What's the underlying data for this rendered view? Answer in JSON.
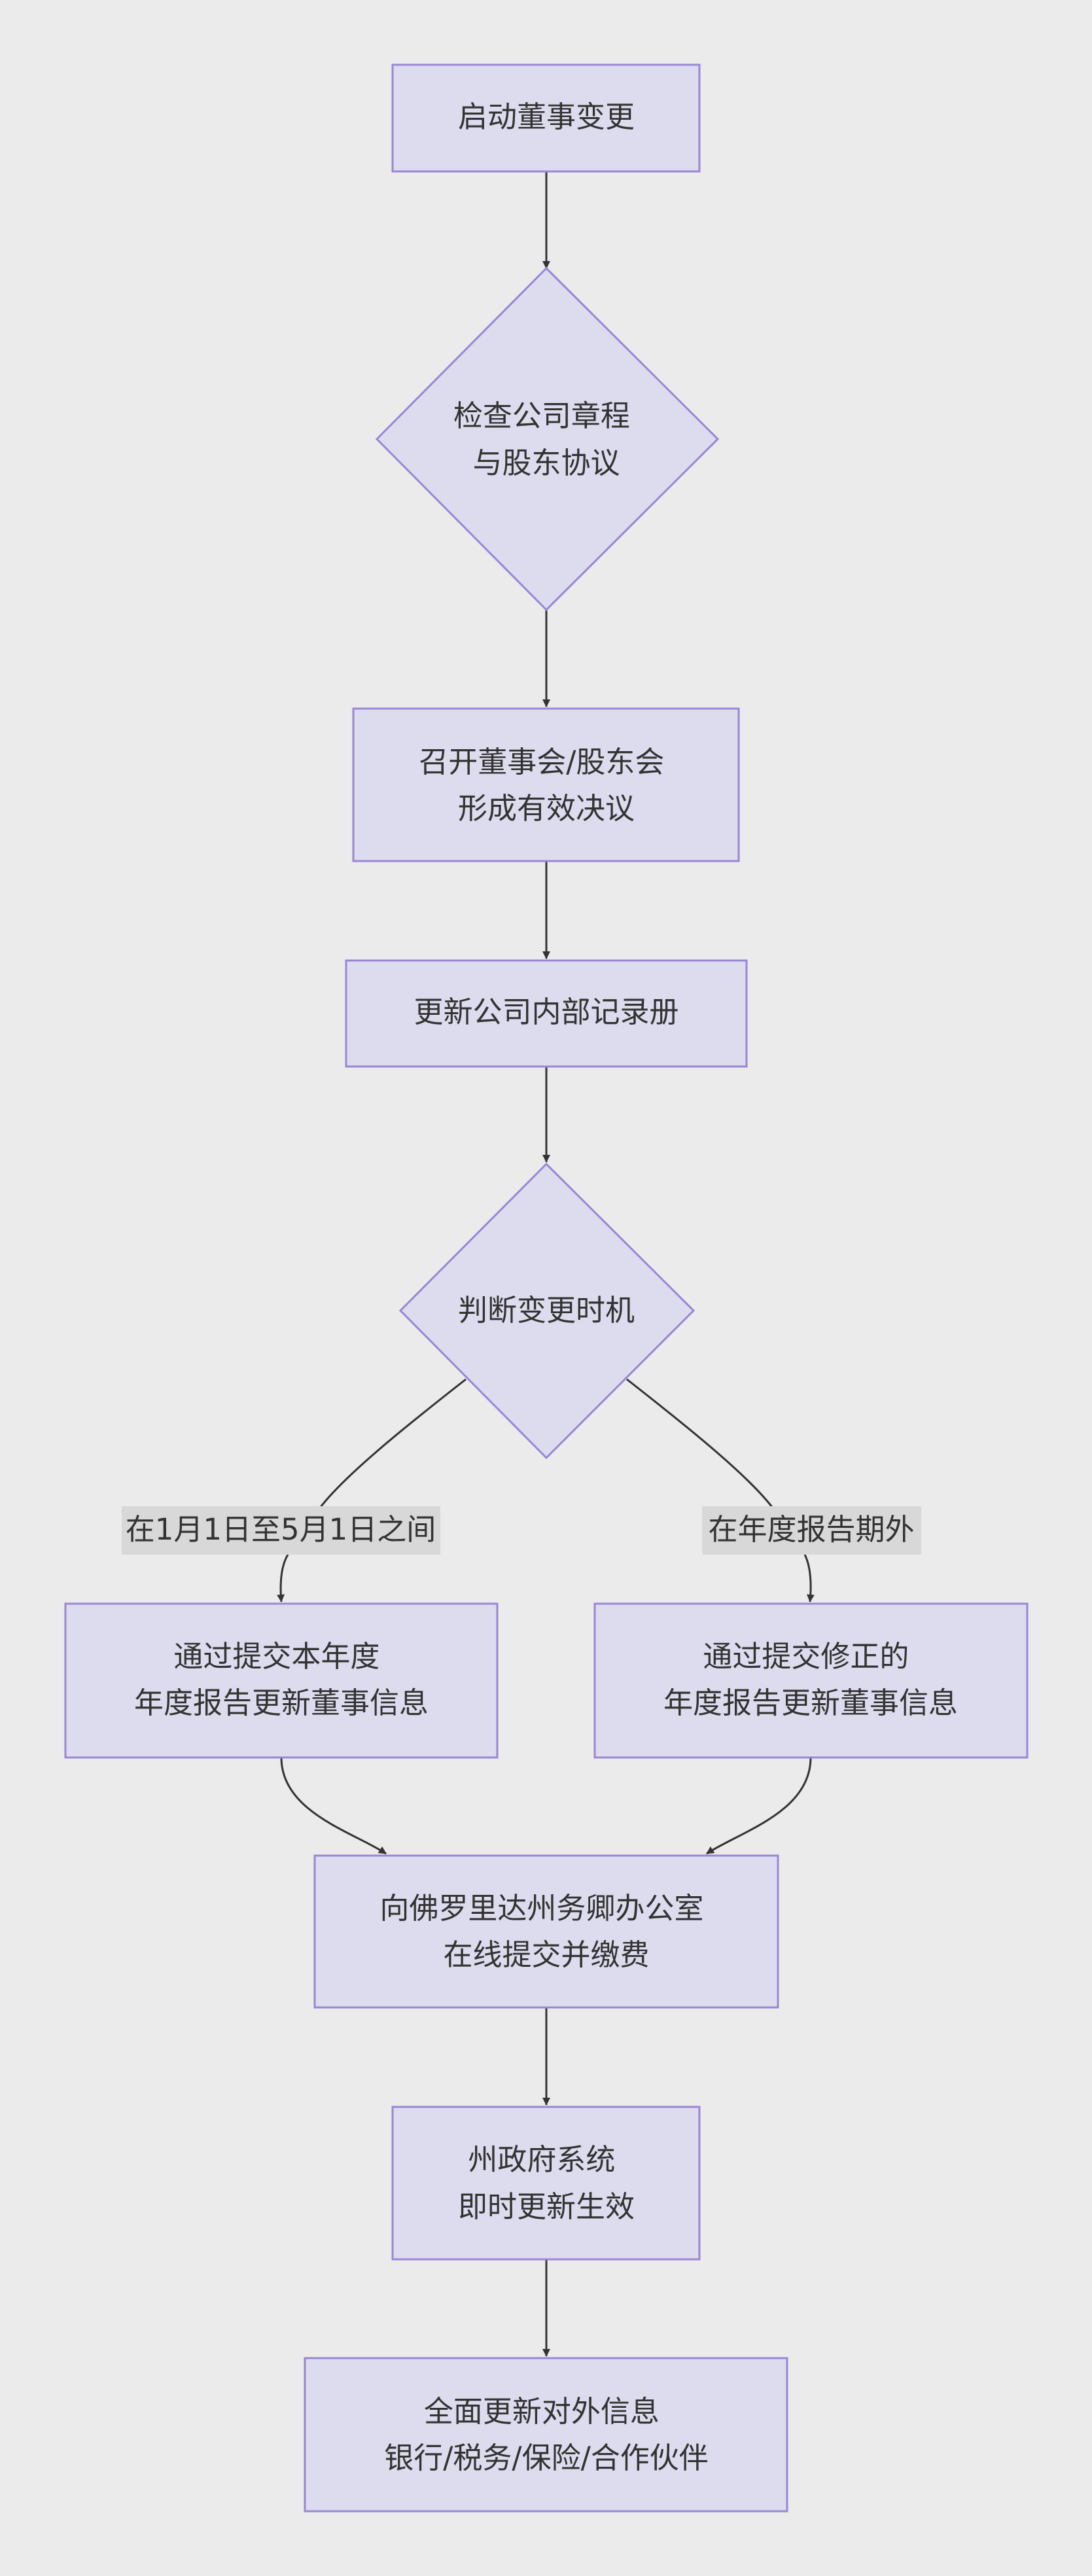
{
  "nodes": {
    "start": [
      "启动董事变更"
    ],
    "check": [
      "检查公司章程",
      "与股东协议"
    ],
    "meeting": [
      "召开董事会/股东会",
      "形成有效决议"
    ],
    "records": [
      "更新公司内部记录册"
    ],
    "timing": [
      "判断变更时机"
    ],
    "annual": [
      "通过提交本年度",
      "年度报告更新董事信息"
    ],
    "amended": [
      "通过提交修正的",
      "年度报告更新董事信息"
    ],
    "submit": [
      "向佛罗里达州务卿办公室",
      "在线提交并缴费"
    ],
    "system": [
      "州政府系统",
      "即时更新生效"
    ],
    "external": [
      "全面更新对外信息",
      "银行/税务/保险/合作伙伴"
    ]
  },
  "edge_labels": {
    "in_window": "在1月1日至5月1日之间",
    "outside_window": "在年度报告期外"
  },
  "colors": {
    "background": "#ebebeb",
    "node_fill": "#dddcee",
    "node_stroke": "#9a86d6",
    "edge": "#333333",
    "label_bg": "#d8d8d8",
    "text": "#333333"
  }
}
